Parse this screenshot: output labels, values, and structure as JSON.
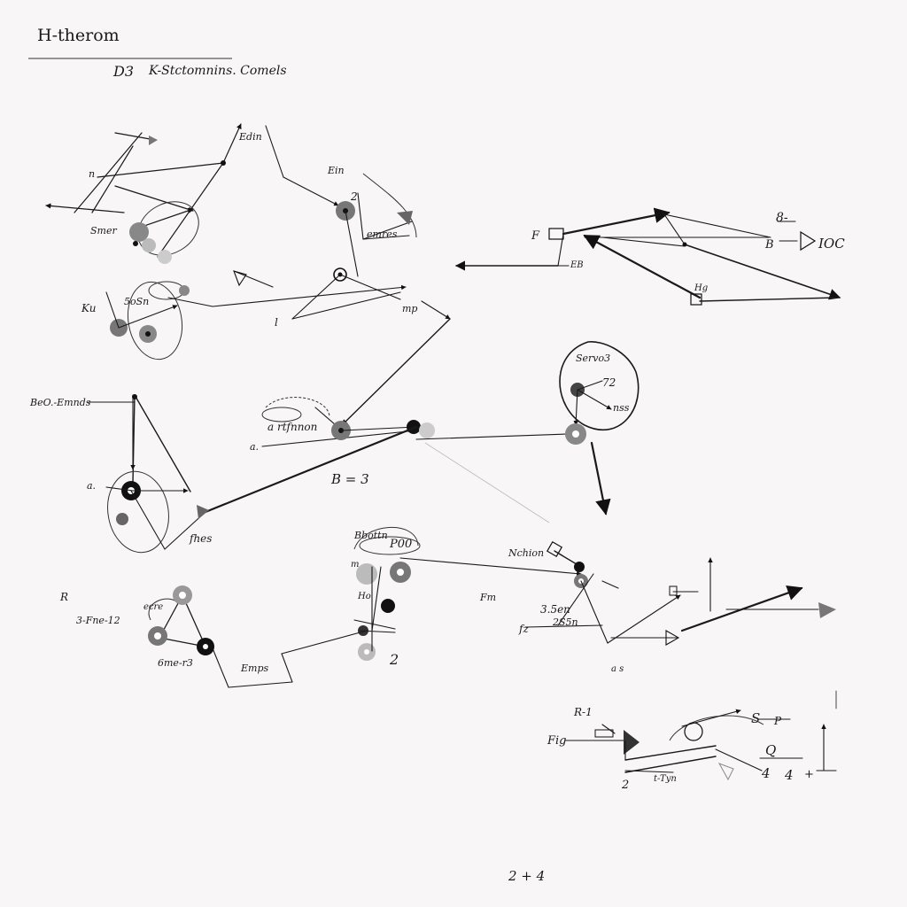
{
  "header": {
    "title": "H-therom",
    "subtitle_left": "D3",
    "subtitle_right": "K-Stctomnins. Comels"
  },
  "labels": {
    "edin": "Edin",
    "ein": "Ein",
    "two_top": "2",
    "n_top": "n",
    "smer": "Smer",
    "emres": "emres",
    "f_left": "F",
    "eb": "EB",
    "eight_minus": "8-",
    "b_label": "B",
    "ioc": "IOC",
    "hg": "Hg",
    "k_left": "Ku",
    "son": "5oSn",
    "l_mid": "l",
    "m_right": "mp",
    "bo_emnds": "BeO.-Emnds",
    "a_tfnnon": "a rtfnnon",
    "a_small_1": "a.",
    "a_small_2": "a.",
    "b_equals": "B = 3",
    "fhes": "fhes",
    "servo": "Servo3",
    "n72": "72",
    "mss": "nss",
    "bbottn": "Bbottn",
    "p00": "P00",
    "n_mid": "m",
    "nchion": "Nchion",
    "ho": "Ho",
    "fm": "Fm",
    "r_left": "R",
    "e_pre": "3-Fne-12",
    "ecre": "ecre",
    "emerjs": "6me-r3",
    "emps": "Emps",
    "three_sen": "3.5en",
    "two_sen": "2S5n",
    "fz": "fz",
    "ats": "a s",
    "two_bot": "2",
    "fig": "Fig",
    "r_1": "R-1",
    "s_label": "S",
    "p_label": "P",
    "q_label": "Q",
    "four_1": "4",
    "four_2": "4",
    "two_lower": "2",
    "h_plus": "+",
    "tyn": "t-Tyn",
    "footer": "2 + 4"
  }
}
